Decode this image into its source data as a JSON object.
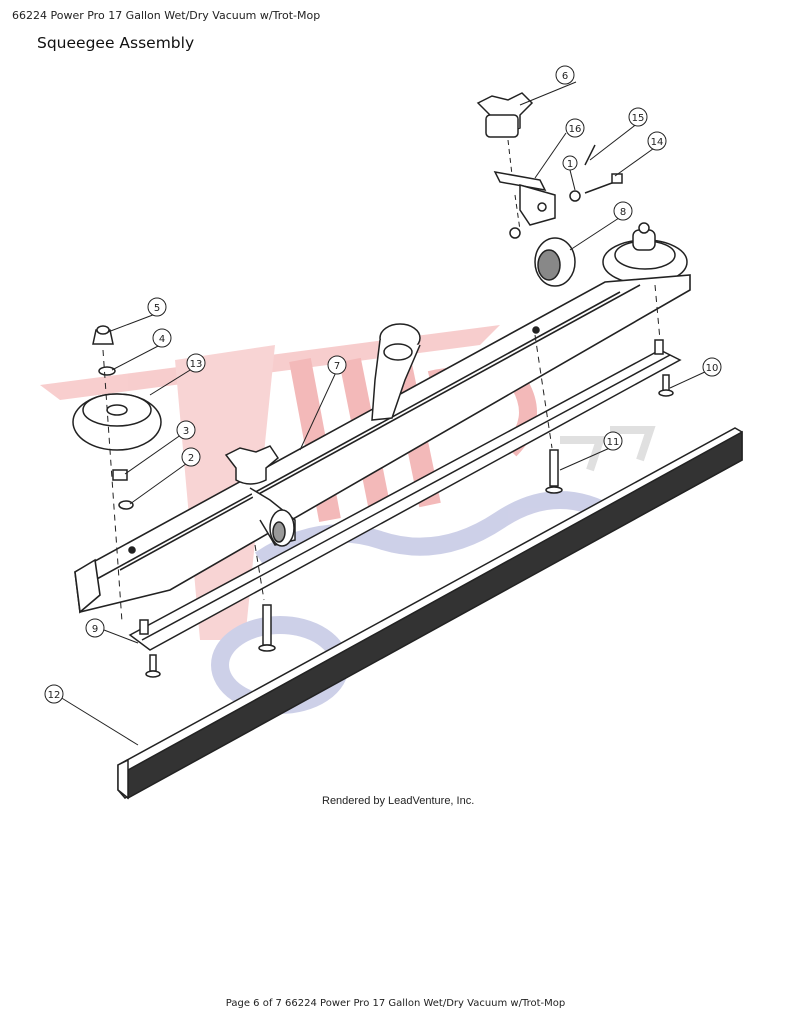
{
  "header": {
    "document_title": "66224 Power Pro 17 Gallon Wet/Dry Vacuum w/Trot-Mop",
    "section_title": "Squeegee Assembly"
  },
  "diagram": {
    "callouts": [
      {
        "number": "1"
      },
      {
        "number": "2"
      },
      {
        "number": "3"
      },
      {
        "number": "4"
      },
      {
        "number": "5"
      },
      {
        "number": "6"
      },
      {
        "number": "7"
      },
      {
        "number": "8"
      },
      {
        "number": "9"
      },
      {
        "number": "10"
      },
      {
        "number": "11"
      },
      {
        "number": "12"
      },
      {
        "number": "13"
      },
      {
        "number": "14"
      },
      {
        "number": "15"
      },
      {
        "number": "16"
      }
    ],
    "render_credit": "Rendered by LeadVenture, Inc."
  },
  "footer": {
    "page_text": "Page 6 of 7 66224 Power Pro 17 Gallon Wet/Dry Vacuum w/Trot-Mop"
  },
  "colors": {
    "watermark_red": "#e86a6a",
    "watermark_blue": "#8a8fc4",
    "line": "#222222"
  }
}
